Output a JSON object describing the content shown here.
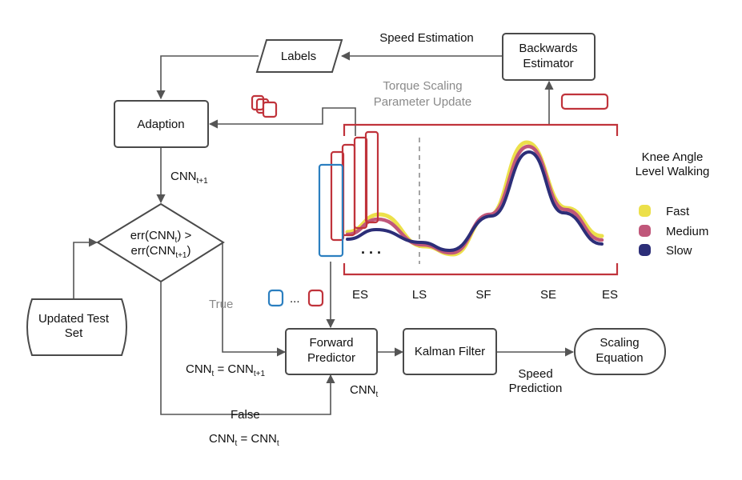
{
  "nodes": {
    "labels": "Labels",
    "backwards_estimator": [
      "Backwards",
      "Estimator"
    ],
    "adaption": "Adaption",
    "decision": {
      "line1": "err(CNN",
      "line1_sub": "t",
      "line1_tail": ") >",
      "line2": "err(CNN",
      "line2_sub": "t+1",
      "line2_tail": ")"
    },
    "updated_test_set": [
      "Updated Test",
      "Set"
    ],
    "forward_predictor": [
      "Forward",
      "Predictor"
    ],
    "kalman_filter": "Kalman Filter",
    "scaling_equation": [
      "Scaling",
      "Equation"
    ]
  },
  "edge_labels": {
    "speed_estimation": "Speed Estimation",
    "torque_scaling": [
      "Torque Scaling",
      "Parameter Update"
    ],
    "cnn_t1": {
      "base": "CNN",
      "sub": "t+1"
    },
    "true_label": "True",
    "false_label": "False",
    "cnn_assign_true": {
      "a": "CNN",
      "a_sub": "t",
      "eq": " = CNN",
      "b_sub": "t+1"
    },
    "cnn_assign_false": {
      "a": "CNN",
      "a_sub": "t",
      "eq": " = CNN",
      "b_sub": "t"
    },
    "cnn_t": {
      "base": "CNN",
      "sub": "t"
    },
    "speed_prediction": [
      "Speed",
      "Prediction"
    ],
    "dots_small": "...",
    "dots_plot": ". . ."
  },
  "chart": {
    "title": [
      "Knee Angle",
      "Level Walking"
    ],
    "phases": [
      "ES",
      "LS",
      "SF",
      "SE",
      "ES"
    ],
    "legend": [
      {
        "name": "Fast",
        "color": "#ece04a"
      },
      {
        "name": "Medium",
        "color": "#c0577a"
      },
      {
        "name": "Slow",
        "color": "#2c2e78"
      }
    ]
  },
  "colors": {
    "window_red": "#c0333b",
    "window_blue": "#2b7fc0",
    "divider": "#9a9a9a"
  }
}
